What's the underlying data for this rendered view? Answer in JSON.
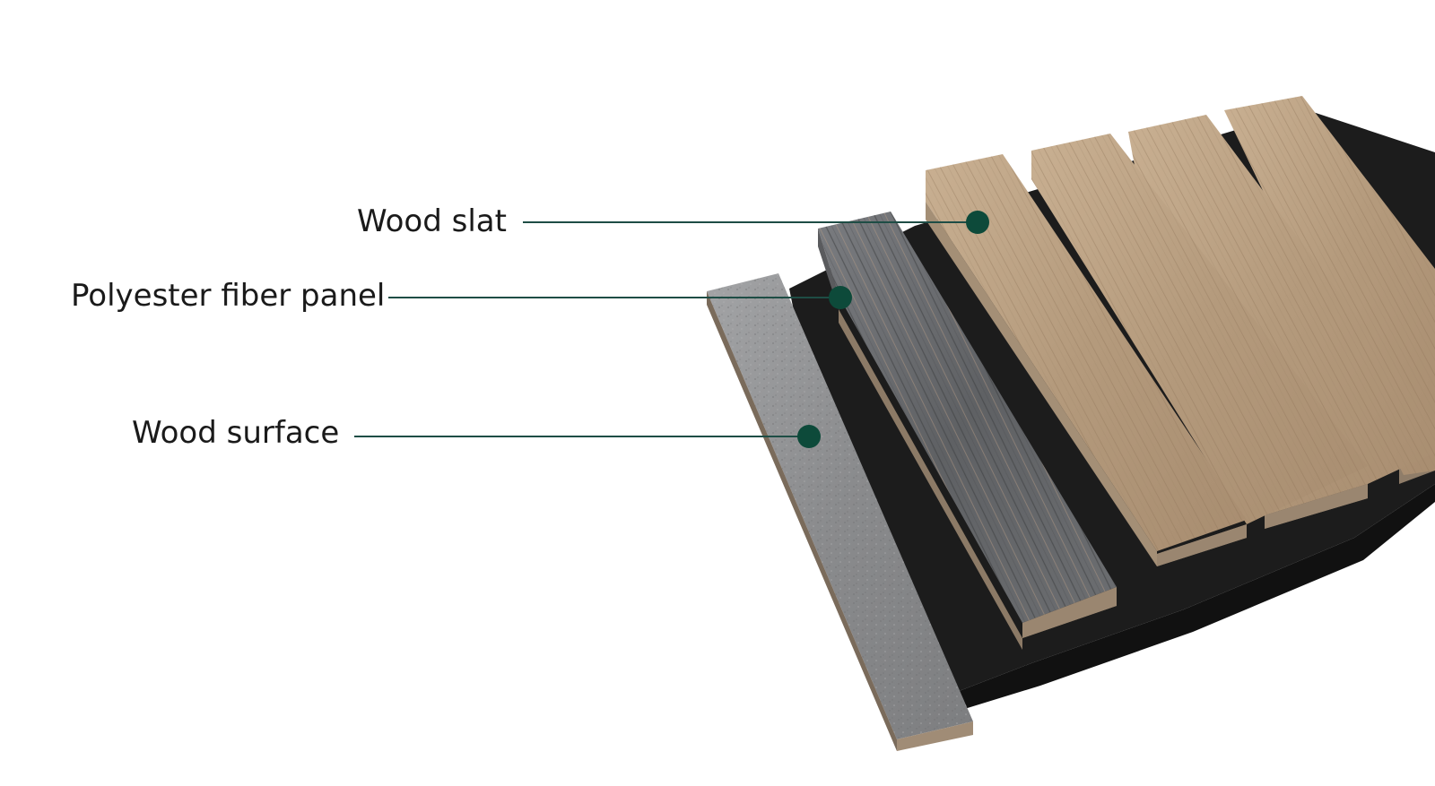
{
  "callouts": [
    {
      "id": "wood-slat",
      "label": "Wood slat"
    },
    {
      "id": "polyester-fiber-panel",
      "label": "Polyester fiber panel"
    },
    {
      "id": "wood-surface",
      "label": "Wood surface"
    }
  ],
  "colors": {
    "leader_line": "#1e4d45",
    "marker_dot": "#0d4a3a",
    "felt": "#1c1c1c",
    "oak_slat": "#b79d80",
    "grey_slat": "#6b6d70",
    "stone_slat": "#8d8e90",
    "slat_edge": "#9a8670"
  }
}
